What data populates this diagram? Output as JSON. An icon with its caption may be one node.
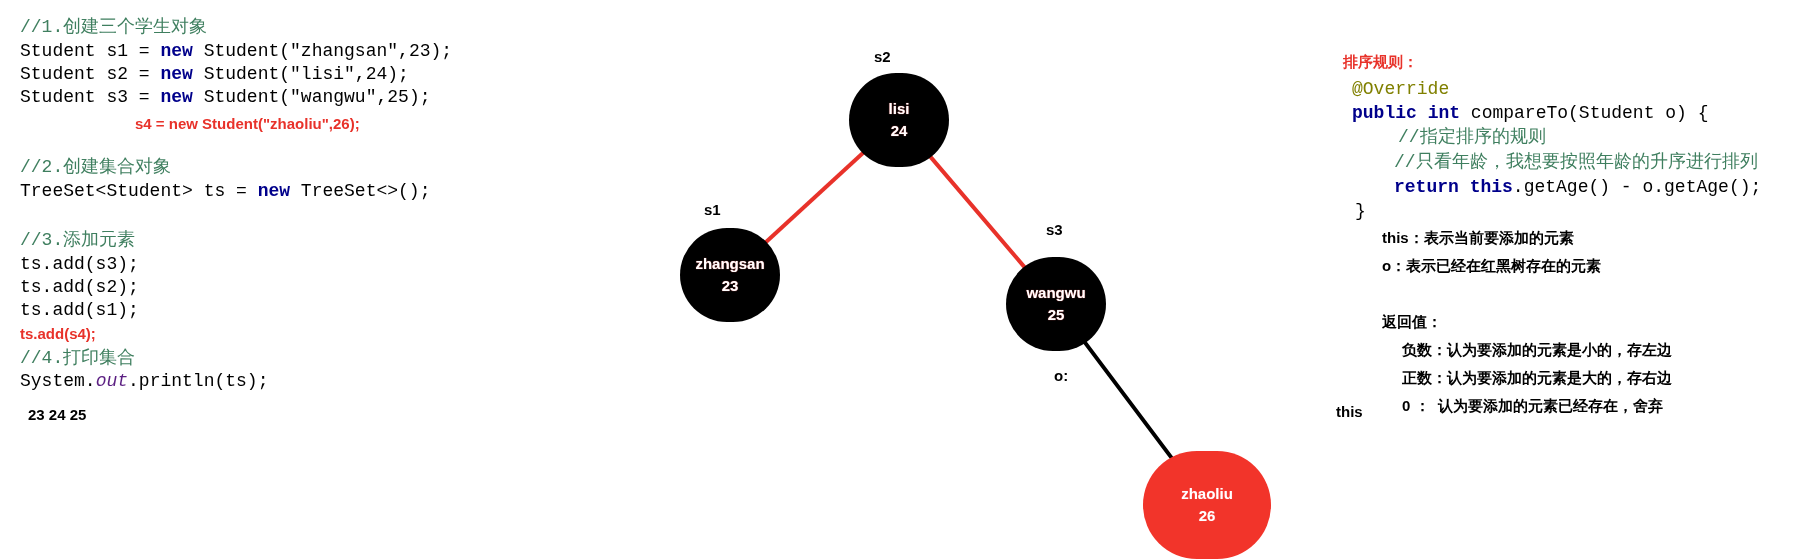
{
  "diagram": {
    "nodes": [
      {
        "text": [
          "lisi",
          "24"
        ],
        "beside": [
          "s2"
        ]
      },
      {
        "text": [
          "zhangsan",
          "23"
        ],
        "beside": [
          "s1"
        ]
      },
      {
        "text": [
          "wangwu",
          "25"
        ],
        "beside": [
          "s3"
        ]
      },
      {
        "text": [
          "zhaoliu",
          "26"
        ]
      }
    ],
    "edges": [
      {
        "from": 0,
        "to": 1,
        "arrow": "none"
      },
      {
        "from": 0,
        "to": 2,
        "arrow": "none"
      },
      {
        "from": 2,
        "to": 3,
        "arrow": "none",
        "color": "#000000"
      }
    ],
    "labels": [
      "//1.创建三个学生对象",
      "Student s1 = **new** Student(\"zhangsan\",23);",
      "Student s2 = **new** Student(\"lisi\",24);",
      "Student s3 = **new** Student(\"wangwu\",25);",
      "s4 = new Student(\"zhaoliu\",26);",
      "//2.创建集合对象",
      "TreeSet<Student> ts = **new** TreeSet<>();",
      "//3.添加元素",
      "ts.add(s3);",
      "ts.add(s2);",
      "ts.add(s1);",
      "ts.add(s4);",
      "//4.打印集合",
      "System.*out*.println(ts);",
      "23 24 25",
      "排序规则：",
      "@Override",
      "**public** **int** compareTo(Student o) {",
      "//指定排序的规则",
      "//只看年龄，我想要按照年龄的升序进行排列",
      "**return** **this**.getAge() - o.getAge();",
      "}",
      "this：表示当前要添加的元素",
      "o：表示已经在红黑树存在的元素",
      "返回值：",
      "负数：认为要添加的元素是小的，存左边",
      "正数：认为要添加的元素是大的，存右边",
      "0 ：  认为要添加的元素已经存在，舍弃",
      "o:",
      "this"
    ]
  }
}
